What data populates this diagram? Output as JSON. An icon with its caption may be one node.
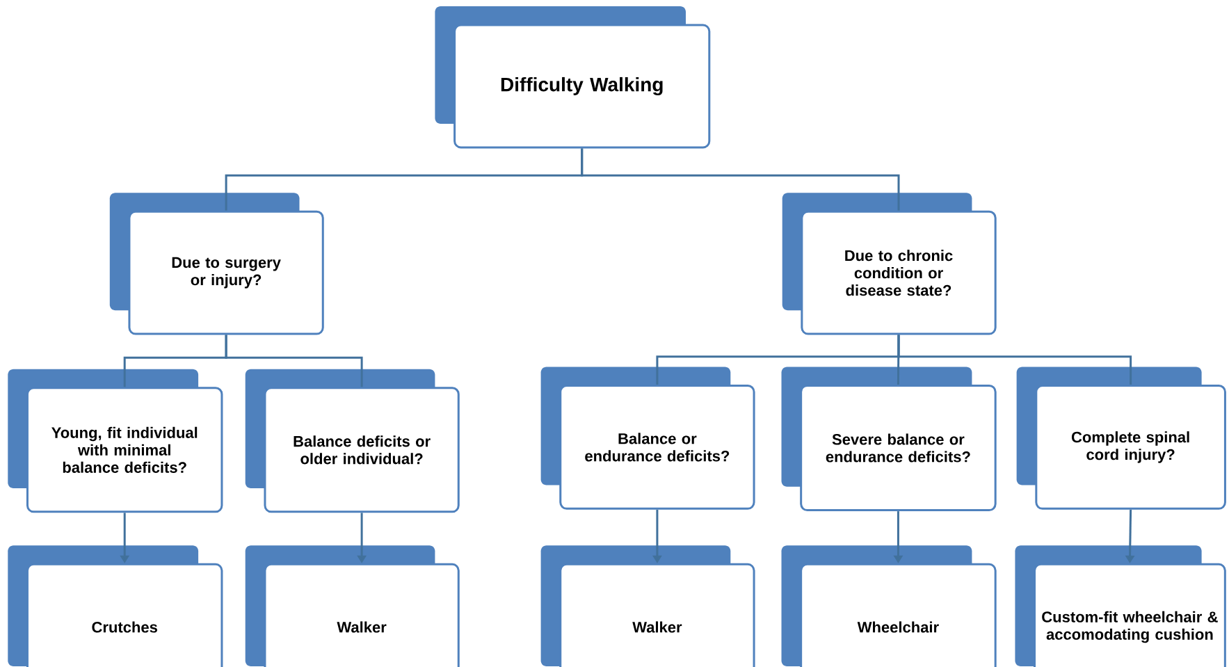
{
  "diagram": {
    "nodes": [
      {
        "text": [
          "Difficulty Walking"
        ]
      },
      {
        "text": [
          "Due to surgery or injury?"
        ]
      },
      {
        "text": [
          "Due to chronic condition or disease state?"
        ]
      },
      {
        "text": [
          "Young, fit individual with minimal balance deficits?"
        ]
      },
      {
        "text": [
          "Balance deficits or older individual?"
        ]
      },
      {
        "text": [
          "Balance or endurance deficits?"
        ]
      },
      {
        "text": [
          "Severe balance or endurance deficits?"
        ]
      },
      {
        "text": [
          "Complete spinal cord injury?"
        ]
      },
      {
        "text": [
          "Crutches"
        ]
      },
      {
        "text": [
          "Walker"
        ]
      },
      {
        "text": [
          "Walker"
        ]
      },
      {
        "text": [
          "Wheelchair"
        ]
      },
      {
        "text": [
          "Custom-fit wheelchair & accomodating cushion"
        ]
      }
    ],
    "edges": [
      {
        "from": 0,
        "to": 1,
        "arrow": "none"
      },
      {
        "from": 0,
        "to": 2,
        "arrow": "none"
      },
      {
        "from": 1,
        "to": 3,
        "arrow": "none"
      },
      {
        "from": 1,
        "to": 4,
        "arrow": "none"
      },
      {
        "from": 2,
        "to": 5,
        "arrow": "none"
      },
      {
        "from": 2,
        "to": 6,
        "arrow": "none"
      },
      {
        "from": 2,
        "to": 7,
        "arrow": "none"
      },
      {
        "from": 3,
        "to": 8,
        "arrow": "to"
      },
      {
        "from": 4,
        "to": 9,
        "arrow": "to"
      },
      {
        "from": 5,
        "to": 10,
        "arrow": "to"
      },
      {
        "from": 6,
        "to": 11,
        "arrow": "to"
      },
      {
        "from": 7,
        "to": 12,
        "arrow": "to"
      }
    ]
  }
}
